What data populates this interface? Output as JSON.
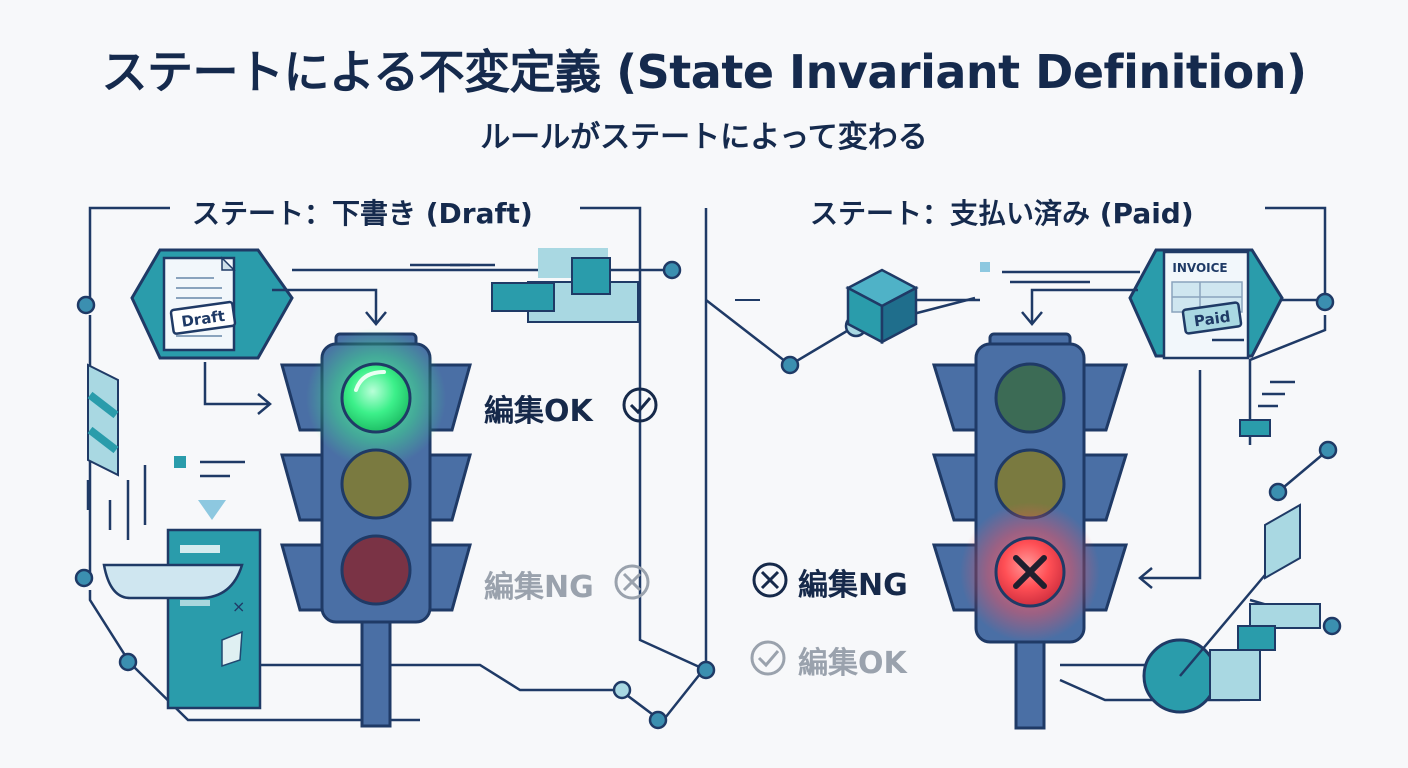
{
  "title": "ステートによる不変定義 (State Invariant Definition)",
  "subtitle": "ルールがステートによって変わる",
  "panels": {
    "draft": {
      "state_label": "ステート：下書き (Draft)",
      "doc_label": "Draft",
      "active_status": "編集OK",
      "inactive_status": "編集NG",
      "active_light": "green"
    },
    "paid": {
      "state_label": "ステート：支払い済み (Paid)",
      "doc_header": "INVOICE",
      "doc_label": "Paid",
      "active_status": "編集NG",
      "inactive_status": "編集OK",
      "active_light": "red"
    }
  },
  "colors": {
    "navy": "#1f3a66",
    "teal": "#2a9cab",
    "light_teal": "#a9d8e2",
    "green_on": "#3cf08a",
    "red_on": "#ff5a5f",
    "amber_off": "#7a7a40",
    "green_off": "#3c6b55",
    "red_off": "#7a3345",
    "signal_body": "#4a6fa5"
  },
  "icons": [
    "check-circle-icon",
    "x-circle-icon",
    "document-icon",
    "invoice-icon",
    "cube-icon",
    "traffic-light-icon"
  ]
}
